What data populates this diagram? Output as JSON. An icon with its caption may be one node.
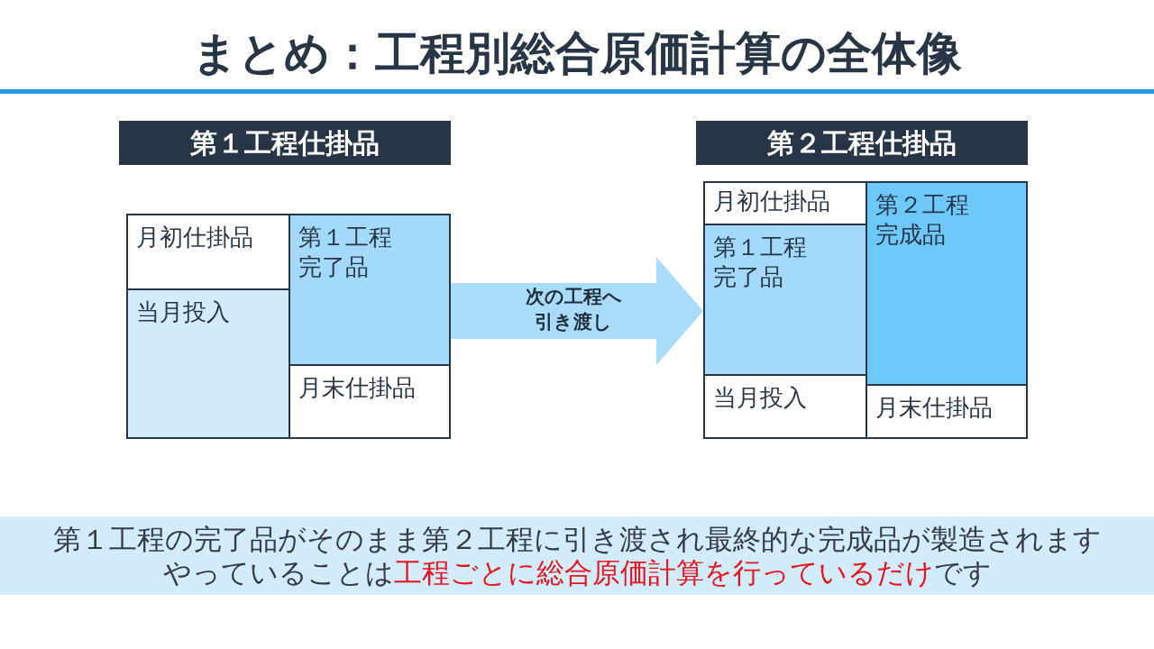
{
  "diagram": {
    "title": "まとめ：工程別総合原価計算の全体像",
    "nodes": [
      {
        "text": [
          "第１工程仕掛品"
        ]
      },
      {
        "text": [
          "第２工程仕掛品"
        ]
      },
      {
        "text": [
          "月初仕掛品"
        ]
      },
      {
        "text": [
          "当月投入"
        ]
      },
      {
        "text": [
          "第１工程完了品"
        ]
      },
      {
        "text": [
          "月末仕掛品"
        ]
      },
      {
        "text": [
          "月初仕掛品"
        ]
      },
      {
        "text": [
          "第１工程完了品"
        ]
      },
      {
        "text": [
          "当月投入"
        ]
      },
      {
        "text": [
          "第２工程完成品"
        ]
      },
      {
        "text": [
          "月末仕掛品"
        ]
      },
      {
        "text": [
          "第１工程の完了品がそのまま第２工程に引き渡され最終的な完成品が製造されます",
          "やっていることは**工程ごとに総合原価計算を行っているだけ**です"
        ]
      }
    ],
    "edges": [
      {
        "from": 4,
        "to": 7,
        "arrow": "to",
        "label": "次の工程へ引き渡し"
      }
    ]
  }
}
